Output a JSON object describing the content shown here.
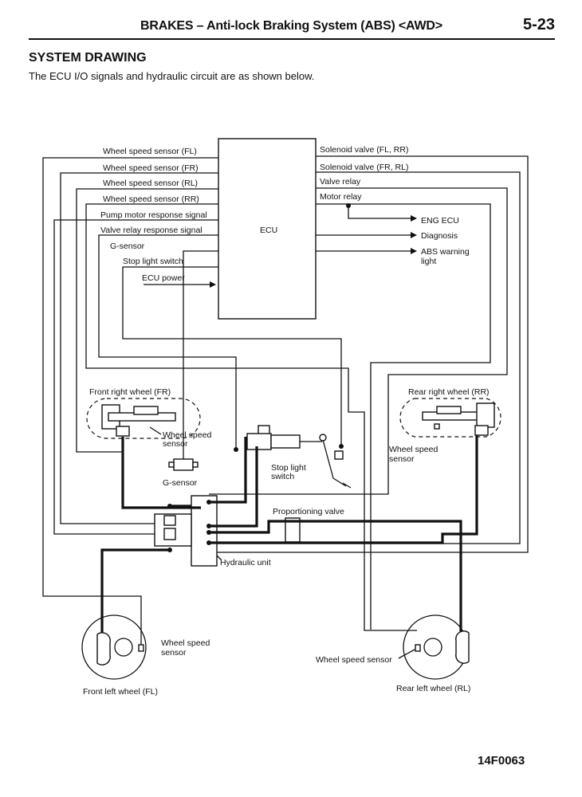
{
  "header": {
    "title": "BRAKES – Anti-lock Braking System (ABS) <AWD>",
    "page": "5-23"
  },
  "section": {
    "title": "SYSTEM DRAWING",
    "description": "The ECU I/O signals and hydraulic circuit are as shown below."
  },
  "diagram": {
    "ecu_label": "ECU",
    "inputs": [
      "Wheel speed sensor (FL)",
      "Wheel speed sensor (FR)",
      "Wheel speed sensor (RL)",
      "Wheel speed sensor (RR)",
      "Pump motor response signal",
      "Valve relay response signal",
      "G-sensor",
      "Stop light switch",
      "ECU power"
    ],
    "outputs": [
      "Solenoid valve (FL, RR)",
      "Solenoid valve (FR, RL)",
      "Valve relay",
      "Motor relay"
    ],
    "output_targets": {
      "eng_ecu": "ENG ECU",
      "diagnosis": "Diagnosis",
      "abs_warning_line1": "ABS warning",
      "abs_warning_line2": "light"
    },
    "components": {
      "front_right_wheel": "Front right wheel (FR)",
      "rear_right_wheel": "Rear right wheel (RR)",
      "front_left_wheel": "Front left wheel (FL)",
      "rear_left_wheel": "Rear left wheel (RL)",
      "wss_fr_line1": "Wheel speed",
      "wss_fr_line2": "sensor",
      "wss_rr_line1": "Wheel speed",
      "wss_rr_line2": "sensor",
      "wss_fl_line1": "Wheel speed",
      "wss_fl_line2": "sensor",
      "wss_rl": "Wheel speed sensor",
      "g_sensor": "G-sensor",
      "stop_light_line1": "Stop light",
      "stop_light_line2": "switch",
      "proportioning_valve": "Proportioning valve",
      "hydraulic_unit": "Hydraulic unit"
    }
  },
  "footer": {
    "code": "14F0063"
  }
}
